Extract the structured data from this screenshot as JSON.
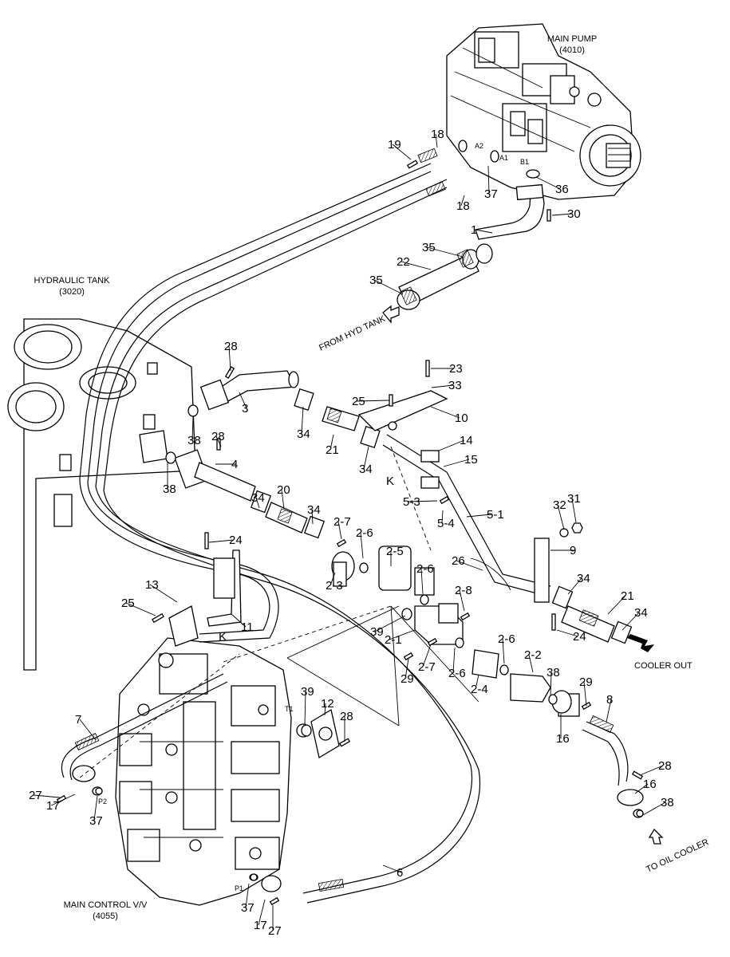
{
  "components": {
    "main_pump": [
      "MAIN PUMP",
      "(4010)"
    ],
    "hydraulic_tank": [
      "HYDRAULIC TANK",
      "(3020)"
    ],
    "main_control_valve": [
      "MAIN CONTROL V/V",
      "(4055)"
    ]
  },
  "flow_labels": {
    "from_hyd_tank": "FROM HYD TANK",
    "cooler_out": "COOLER OUT",
    "to_oil_cooler": "TO OIL COOLER"
  },
  "port_labels": {
    "a2": "A2",
    "a1": "A1",
    "b1": "B1",
    "t1": "T1",
    "p2": "P2",
    "p1": "P1"
  },
  "section_marks": {
    "k_upper": "K",
    "k_lower": "K"
  },
  "callouts": [
    "1",
    "2-1",
    "2-2",
    "2-3",
    "2-4",
    "2-5",
    "2-6",
    "2-6",
    "2-6",
    "2-6",
    "2-7",
    "2-7",
    "2-8",
    "3",
    "4",
    "5-1",
    "5-3",
    "5-4",
    "6",
    "7",
    "8",
    "9",
    "10",
    "11",
    "12",
    "13",
    "14",
    "15",
    "16",
    "16",
    "17",
    "17",
    "18",
    "18",
    "19",
    "20",
    "21",
    "21",
    "22",
    "23",
    "24",
    "24",
    "25",
    "25",
    "26",
    "27",
    "27",
    "28",
    "28",
    "28",
    "28",
    "29",
    "29",
    "30",
    "31",
    "32",
    "33",
    "34",
    "34",
    "34",
    "34",
    "34",
    "34",
    "35",
    "35",
    "36",
    "37",
    "37",
    "37",
    "38",
    "38",
    "38",
    "38",
    "39",
    "39"
  ]
}
